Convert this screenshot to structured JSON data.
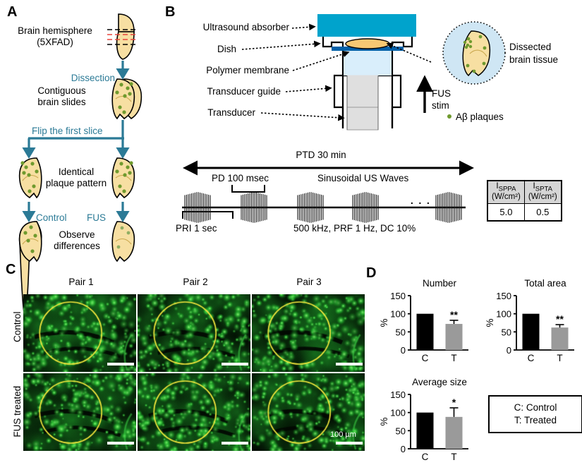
{
  "figure": {
    "panels": [
      "A",
      "B",
      "C",
      "D"
    ]
  },
  "panel_a": {
    "letter": "A",
    "steps": [
      {
        "id": "brain-hemisphere",
        "line1": "Brain hemisphere",
        "line2": "(5XFAD)"
      },
      {
        "id": "contiguous-slides",
        "line1": "Contiguous",
        "line2": "brain slides"
      },
      {
        "id": "identical-pattern",
        "line1": "Identical",
        "line2": "plaque pattern"
      },
      {
        "id": "observe-differences",
        "line1": "Observe",
        "line2": "differences"
      }
    ],
    "arrows": [
      {
        "id": "dissection",
        "label": "Dissection"
      },
      {
        "id": "flip-first-slice",
        "label": "Flip the first slice"
      },
      {
        "id": "control",
        "label": "Control"
      },
      {
        "id": "fus",
        "label": "FUS"
      }
    ],
    "colors": {
      "accent": "#2b7a96",
      "brain_fill": "#f7dfa2",
      "plaque": "#6f9a2e",
      "red_line": "#e8453c"
    }
  },
  "panel_b": {
    "letter": "B",
    "callouts": [
      {
        "id": "ultrasound-absorber",
        "label": "Ultrasound absorber"
      },
      {
        "id": "dish",
        "label": "Dish"
      },
      {
        "id": "polymer-membrane",
        "label": "Polymer membrane"
      },
      {
        "id": "transducer-guide",
        "label": "Transducer guide"
      },
      {
        "id": "transducer",
        "label": "Transducer"
      }
    ],
    "fus_arrow": {
      "line1": "FUS",
      "line2": "stim"
    },
    "inset": {
      "line1": "Dissected",
      "line2": "brain tissue"
    },
    "plaque_legend": "Aβ plaques",
    "colors": {
      "absorber": "#00a3cc",
      "water": "#d9eefb",
      "membrane": "#0060a8",
      "tissue": "#f7c873",
      "inset_bg": "#cfe6f4"
    },
    "timing": {
      "ptd": "PTD 30 min",
      "pd": "PD 100 msec",
      "waves": "Sinusoidal US Waves",
      "pri": "PRI 1 sec",
      "params": "500 kHz, PRF 1 Hz, DC 10%",
      "ellipsis": ". . ."
    },
    "intensity_table": {
      "headers": [
        {
          "sym": "I",
          "sub": "SPPA",
          "unit": "(W/cm²)"
        },
        {
          "sym": "I",
          "sub": "SPTA",
          "unit": "(W/cm²)"
        }
      ],
      "values": [
        "5.0",
        "0.5"
      ]
    }
  },
  "panel_c": {
    "letter": "C",
    "column_headers": [
      "Pair 1",
      "Pair 2",
      "Pair 3"
    ],
    "row_labels": [
      "Control",
      "FUS treated"
    ],
    "scale_bar_label": "100 µm",
    "circle_color": "#f2e73c",
    "image_note": "fluorescence micrographs, green Aβ plaques on dark background"
  },
  "panel_d": {
    "letter": "D",
    "legend": {
      "line1": "C: Control",
      "line2": "T: Treated"
    },
    "axis_label": "%"
  },
  "chart_data": [
    {
      "id": "number",
      "type": "bar",
      "title": "Number",
      "categories": [
        "C",
        "T"
      ],
      "values": [
        100,
        72
      ],
      "errors": [
        0,
        10
      ],
      "bar_colors": [
        "#000000",
        "#9a9a9a"
      ],
      "significance": "**",
      "xlabel": "",
      "ylabel": "%",
      "ylim": [
        0,
        150
      ],
      "yticks": [
        0,
        50,
        100,
        150
      ],
      "grid": false,
      "legend": "none"
    },
    {
      "id": "total-area",
      "type": "bar",
      "title": "Total area",
      "categories": [
        "C",
        "T"
      ],
      "values": [
        100,
        62
      ],
      "errors": [
        0,
        8
      ],
      "bar_colors": [
        "#000000",
        "#9a9a9a"
      ],
      "significance": "**",
      "xlabel": "",
      "ylabel": "%",
      "ylim": [
        0,
        150
      ],
      "yticks": [
        0,
        50,
        100,
        150
      ],
      "grid": false,
      "legend": "none"
    },
    {
      "id": "average-size",
      "type": "bar",
      "title": "Average size",
      "categories": [
        "C",
        "T"
      ],
      "values": [
        100,
        88
      ],
      "errors": [
        0,
        25
      ],
      "bar_colors": [
        "#000000",
        "#9a9a9a"
      ],
      "significance": "*",
      "xlabel": "",
      "ylabel": "%",
      "ylim": [
        0,
        150
      ],
      "yticks": [
        0,
        50,
        100,
        150
      ],
      "grid": false,
      "legend": "none"
    }
  ]
}
